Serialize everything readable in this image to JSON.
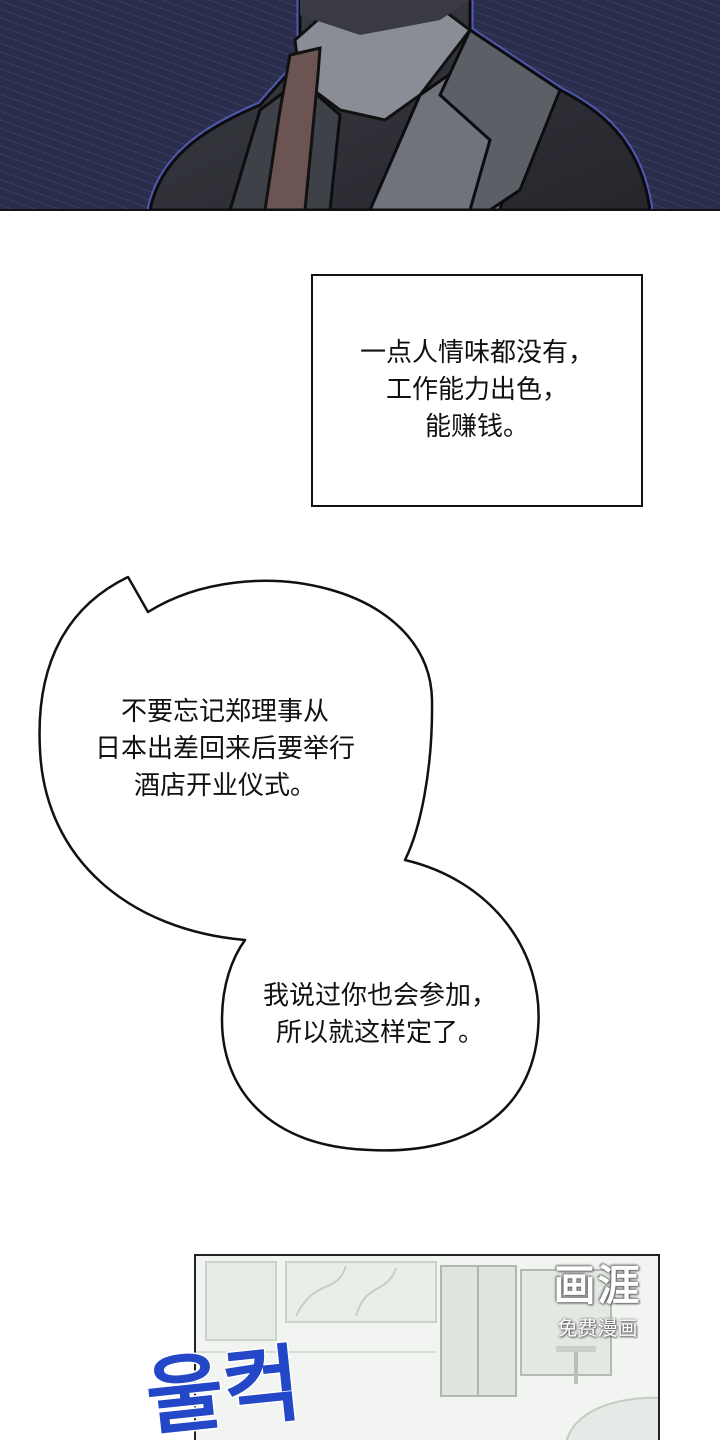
{
  "narration": {
    "lines": [
      "一点人情味都没有，",
      "工作能力出色，",
      "能赚钱。"
    ]
  },
  "bubble_1": {
    "lines": [
      "不要忘记郑理事从",
      "日本出差回来后要举行",
      "酒店开业仪式。"
    ]
  },
  "bubble_2": {
    "lines": [
      "我说过你也会参加，",
      "所以就这样定了。"
    ]
  },
  "watermark": {
    "logo": "画涯",
    "caption": "免费漫画"
  },
  "sfx": {
    "text": "울컥"
  },
  "colors": {
    "night_background": "#2a2c48",
    "suit_gray": "#5c5f66",
    "sfx_blue": "#2447c8"
  }
}
